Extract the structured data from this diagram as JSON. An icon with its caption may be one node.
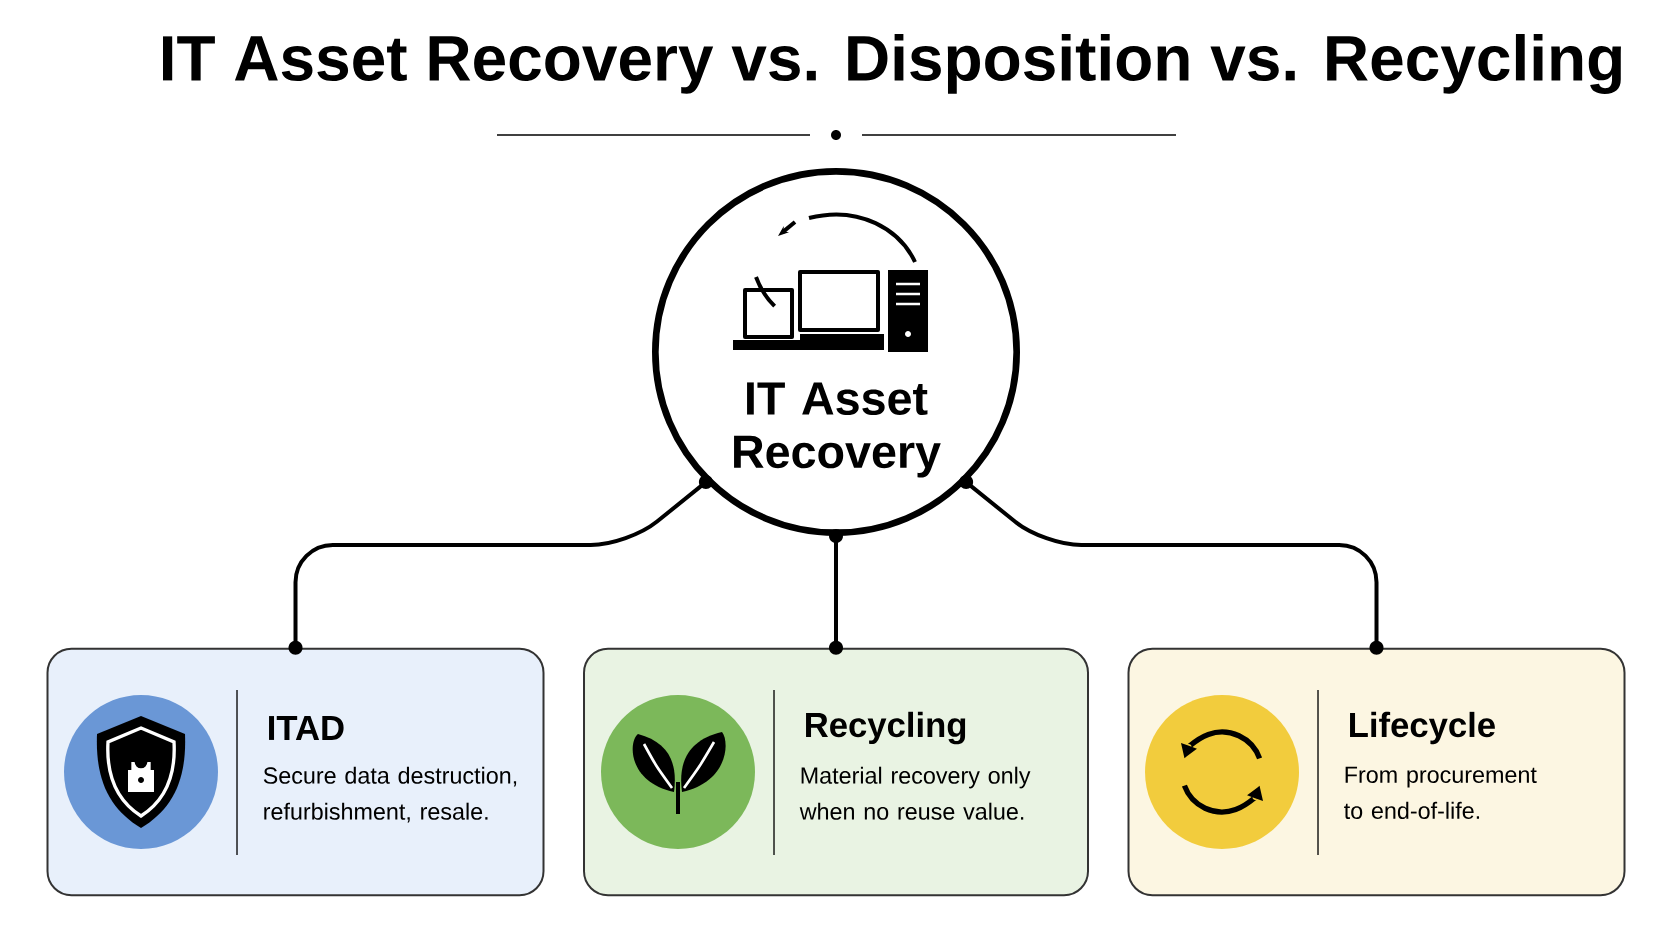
{
  "diagram": {
    "title": "IT Asset Recovery vs. Disposition vs. Recycling",
    "nodes": [
      {
        "text": [
          "IT Asset Recovery"
        ]
      },
      {
        "text": [
          "ITAD",
          "Secure data destruction, refurbishment, resale."
        ]
      },
      {
        "text": [
          "Recycling",
          "Material recovery only when no reuse value."
        ]
      },
      {
        "text": [
          "Lifecycle",
          "From procurement to end-of-life."
        ]
      }
    ],
    "edges": [
      {
        "from": 0,
        "to": 1,
        "arrow": "other"
      },
      {
        "from": 0,
        "to": 2,
        "arrow": "other"
      },
      {
        "from": 0,
        "to": 3,
        "arrow": "other"
      }
    ]
  }
}
